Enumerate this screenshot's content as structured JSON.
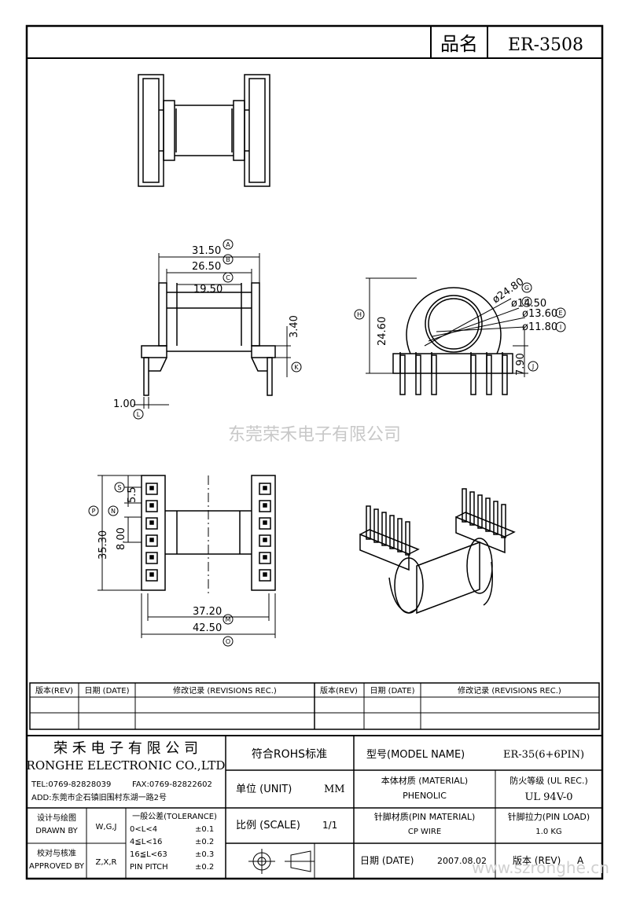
{
  "header": {
    "product_label": "品名",
    "product_name": "ER-3508"
  },
  "dims": {
    "a": "31.50",
    "b": "26.50",
    "c": "19.50",
    "k": "3.40",
    "l": "1.00",
    "h": "24.60",
    "g": "ø24.80",
    "d": "ø14.50",
    "e": "ø13.60",
    "i": "ø11.80",
    "j": "7.90",
    "p": "35.30",
    "s": "5.5",
    "n": "8.00",
    "m": "37.20",
    "o": "42.50"
  },
  "dim_letters": {
    "a": "A",
    "b": "B",
    "c": "C",
    "k": "K",
    "l": "L",
    "h": "H",
    "g": "G",
    "d": "D",
    "e": "E",
    "i": "I",
    "j": "J",
    "p": "P",
    "n": "N",
    "m": "M",
    "o": "O",
    "s": "S"
  },
  "watermark": {
    "center": "东莞荣禾电子有限公司",
    "corner": "www.szronghe.cn"
  },
  "revisions": {
    "headers": [
      "版本(REV)",
      "日期 (DATE)",
      "修改记录 (REVISIONS REC.)",
      "版本(REV)",
      "日期 (DATE)",
      "修改记录 (REVISIONS REC.)"
    ]
  },
  "title_block": {
    "company_cn": "荣 禾 电 子 有 限 公 司",
    "company_en": "RONGHE ELECTRONIC CO.,LTD",
    "tel": "TEL:0769-82828039",
    "fax": "FAX:0769-82822602",
    "address": "ADD:东莞市企石镇旧围村东湖一路2号",
    "rohs": "符合ROHS标准",
    "model_label": "型号(MODEL NAME)",
    "model_value": "ER-35(6+6PIN)",
    "unit_label": "单位 (UNIT)",
    "unit_value": "MM",
    "material_label": "本体材质 (MATERIAL)",
    "material_value": "PHENOLIC",
    "fire_label": "防火等级 (UL REC.)",
    "fire_value": "UL 94V-0",
    "design_cn": "设计与绘图",
    "design_en": "DRAWN BY",
    "design_value": "W,G,J",
    "approve_cn": "校对与核准",
    "approve_en": "APPROVED BY",
    "approve_value": "Z,X,R",
    "tolerance_title": "一般公差(TOLERANCE)",
    "tolerance_rows": [
      {
        "range": "0<L<4",
        "value": "±0.1"
      },
      {
        "range": "4≦L<16",
        "value": "±0.2"
      },
      {
        "range": "16≦L<63",
        "value": "±0.3"
      },
      {
        "range": "PIN PITCH",
        "value": "±0.2"
      }
    ],
    "scale_label": "比例 (SCALE)",
    "scale_value": "1/1",
    "pin_material_label": "针脚材质(PIN MATERIAL)",
    "pin_material_value": "CP WIRE",
    "pin_load_label": "针脚拉力(PIN LOAD)",
    "pin_load_value": "1.0 KG",
    "date_label": "日期 (DATE)",
    "date_value": "2007.08.02",
    "rev_label": "版本 (REV)",
    "rev_value": "A"
  }
}
